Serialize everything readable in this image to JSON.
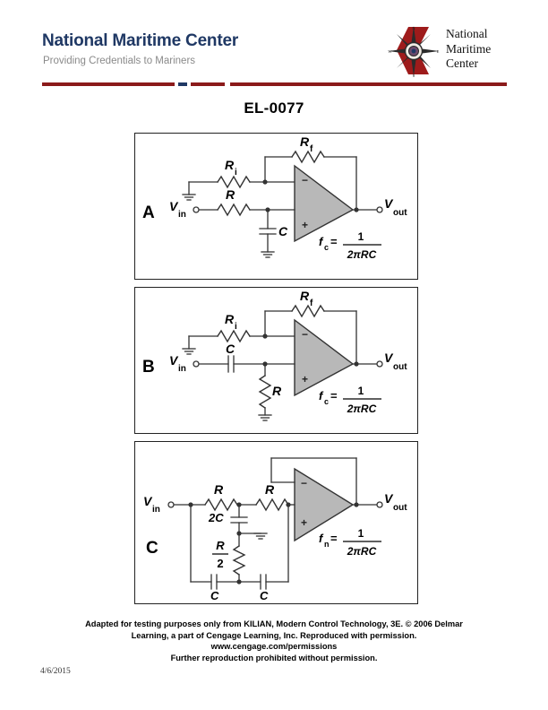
{
  "header": {
    "org_title": "National Maritime Center",
    "tagline": "Providing Credentials to Mariners",
    "logo_line1": "National",
    "logo_line2": "Maritime",
    "logo_line3": "Center",
    "logo_icon": "compass-rose-icon",
    "title_color": "#1F3864",
    "stripe_color": "#8B1A1A",
    "accent_blue": "#1F3864"
  },
  "document": {
    "title": "EL-0077"
  },
  "figures": [
    {
      "letter": "A",
      "type": "low-pass-filter",
      "labels": {
        "vin": "V",
        "vin_sub": "in",
        "vout": "V",
        "vout_sub": "out",
        "rf": "R",
        "rf_sub": "f",
        "ri": "R",
        "ri_sub": "i",
        "r": "R",
        "c": "C",
        "opamp_minus": "−",
        "opamp_plus": "+"
      },
      "formula": {
        "lhs": "f",
        "lhs_sub": "c",
        "equals": "=",
        "numerator": "1",
        "denominator": "2πRC"
      }
    },
    {
      "letter": "B",
      "type": "high-pass-filter",
      "labels": {
        "vin": "V",
        "vin_sub": "in",
        "vout": "V",
        "vout_sub": "out",
        "rf": "R",
        "rf_sub": "f",
        "ri": "R",
        "ri_sub": "i",
        "r": "R",
        "c": "C",
        "opamp_minus": "−",
        "opamp_plus": "+"
      },
      "formula": {
        "lhs": "f",
        "lhs_sub": "c",
        "equals": "=",
        "numerator": "1",
        "denominator": "2πRC"
      }
    },
    {
      "letter": "C",
      "type": "twin-t-notch-filter",
      "labels": {
        "vin": "V",
        "vin_sub": "in",
        "vout": "V",
        "vout_sub": "out",
        "r1": "R",
        "r2": "R",
        "c2": "2C",
        "r_half_num": "R",
        "r_half_den": "2",
        "c_left": "C",
        "c_right": "C",
        "opamp_minus": "−",
        "opamp_plus": "+"
      },
      "formula": {
        "lhs": "f",
        "lhs_sub": "n",
        "equals": "=",
        "numerator": "1",
        "denominator": "2πRC"
      }
    }
  ],
  "footer": {
    "line1": "Adapted for testing purposes only from KILIAN, Modern Control Technology, 3E. © 2006 Delmar",
    "line2": "Learning, a part of Cengage Learning, Inc. Reproduced with permission.",
    "line3": "www.cengage.com/permissions",
    "line4": "Further reproduction prohibited without permission."
  },
  "date_stamp": "4/6/2015"
}
